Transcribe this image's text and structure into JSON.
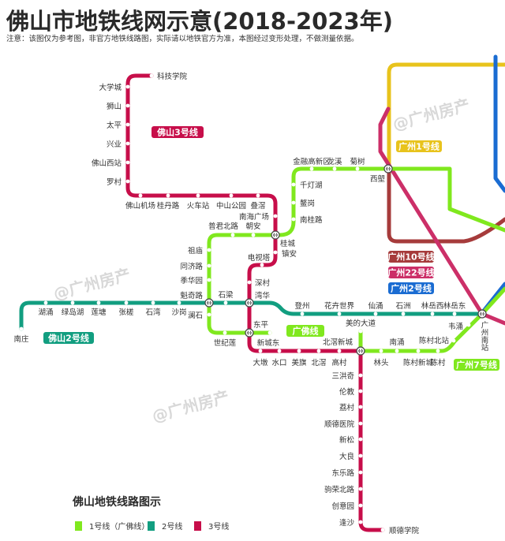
{
  "title": "佛山市地铁线网示意(2018-2023年)",
  "notice": "注意：该图仅为参考图，非官方地铁线路图，实际请以地铁官方为准，本图经过变形处理，不做测量依据。",
  "colors": {
    "fs1": "#80e81e",
    "fs2": "#129e80",
    "fs3": "#c70e4a",
    "gz1": "#e8c31c",
    "gz2": "#1a6cd2",
    "gz7": "#80e81e",
    "gz10": "#a63b3b",
    "gz22": "#cc2f68"
  },
  "line_badges": {
    "fs3": "佛山3号线",
    "fs2": "佛山2号线",
    "gf": "广佛线",
    "gz1": "广州1号线",
    "gz10": "广州10号线",
    "gz22": "广州22号线",
    "gz2": "广州2号线",
    "gz7": "广州7号线"
  },
  "interchanges": [
    "桂城",
    "魁奇路",
    "湾华",
    "东平",
    "北滘新城",
    "西塱",
    "广州南站"
  ],
  "stations": {
    "line3": [
      "科技学院",
      "大学城",
      "狮山",
      "太平",
      "兴业",
      "佛山西站",
      "罗村",
      "佛山机场",
      "桂丹路",
      "火车站",
      "中山公园",
      "叠滘",
      "南海广场",
      "镇安",
      "电视塔",
      "深村",
      "大墩",
      "水口",
      "美旗",
      "北滘",
      "高村",
      "三洪奇",
      "伦教",
      "荔村",
      "顺德医院",
      "新松",
      "大良",
      "东乐路",
      "驹荣北路",
      "创意园",
      "逢沙",
      "顺德学院"
    ],
    "line2": [
      "南庄",
      "湖涌",
      "绿岛湖",
      "莲塘",
      "张槎",
      "石湾",
      "沙岗",
      "石梁",
      "登州",
      "花卉世界",
      "仙涌",
      "石洲",
      "林岳西",
      "林岳东"
    ],
    "line1": [
      "新城东",
      "世纪莲",
      "澜石",
      "季华园",
      "同济路",
      "祖庙",
      "普君北路",
      "朝安",
      "南桂路",
      "鳌岗",
      "千灯湖",
      "金融高新区",
      "龙溪",
      "菊树"
    ],
    "line1_south": [
      "美的大道",
      "林头",
      "南涌",
      "陈村新城",
      "陈村",
      "陈村北站",
      "韦涌"
    ]
  },
  "legend": {
    "title": "佛山地铁线路图示",
    "items": [
      {
        "label": "1号线（广佛线）",
        "color": "#80e81e"
      },
      {
        "label": "2号线",
        "color": "#129e80"
      },
      {
        "label": "3号线",
        "color": "#c70e4a"
      }
    ]
  },
  "watermarks": [
    "@广州房产",
    "@广州房产",
    "@广州房产"
  ]
}
